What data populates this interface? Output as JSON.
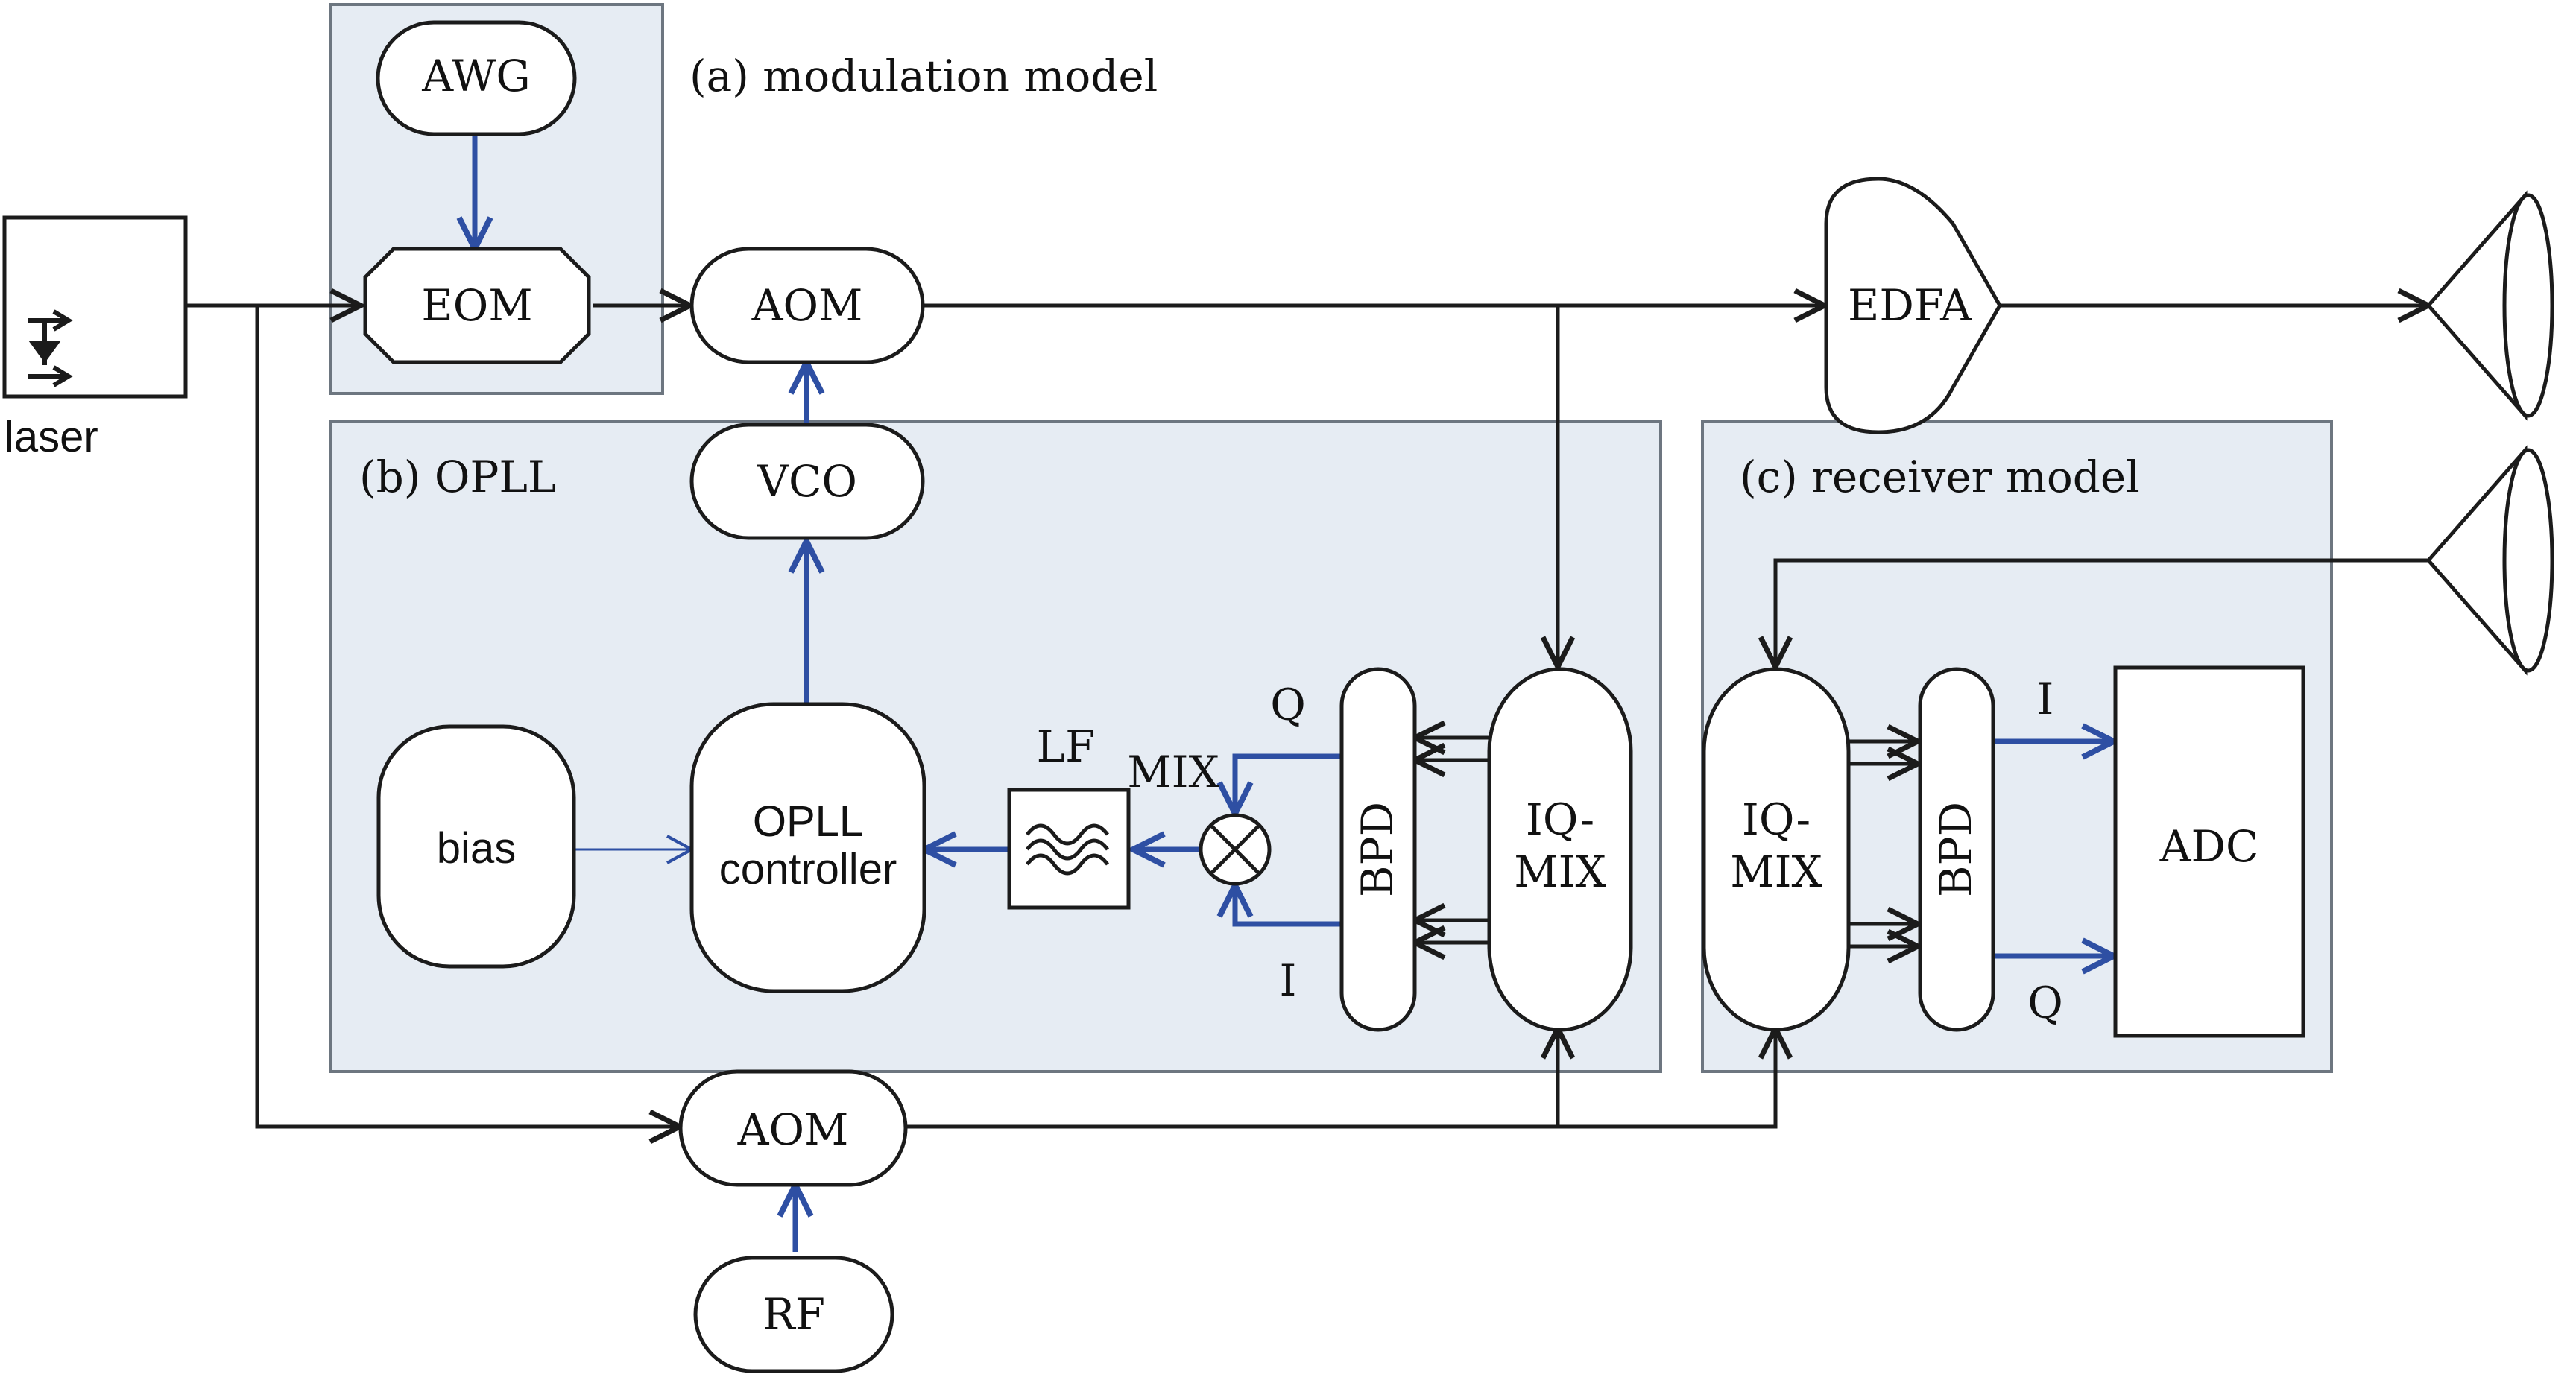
{
  "regions": {
    "modulation": "(a) modulation model",
    "opll": "(b) OPLL",
    "receiver": "(c) receiver model"
  },
  "blocks": {
    "laser": "laser",
    "awg": "AWG",
    "eom": "EOM",
    "aom_top": "AOM",
    "vco": "VCO",
    "edfa": "EDFA",
    "bias": "bias",
    "opll_controller_line1": "OPLL",
    "opll_controller_line2": "controller",
    "lf": "LF",
    "mix": "MIX",
    "bpd_opll": "BPD",
    "iqmix_opll_line1": "IQ-",
    "iqmix_opll_line2": "MIX",
    "iqmix_rx_line1": "IQ-",
    "iqmix_rx_line2": "MIX",
    "bpd_rx": "BPD",
    "adc": "ADC",
    "aom_bottom": "AOM",
    "rf": "RF"
  },
  "signals": {
    "q_opll": "Q",
    "i_opll": "I",
    "i_rx": "I",
    "q_rx": "Q"
  },
  "colors": {
    "region_fill": "#e6ecf3",
    "electrical_line": "#2e4fa3",
    "optical_line": "#1b1b1b"
  }
}
